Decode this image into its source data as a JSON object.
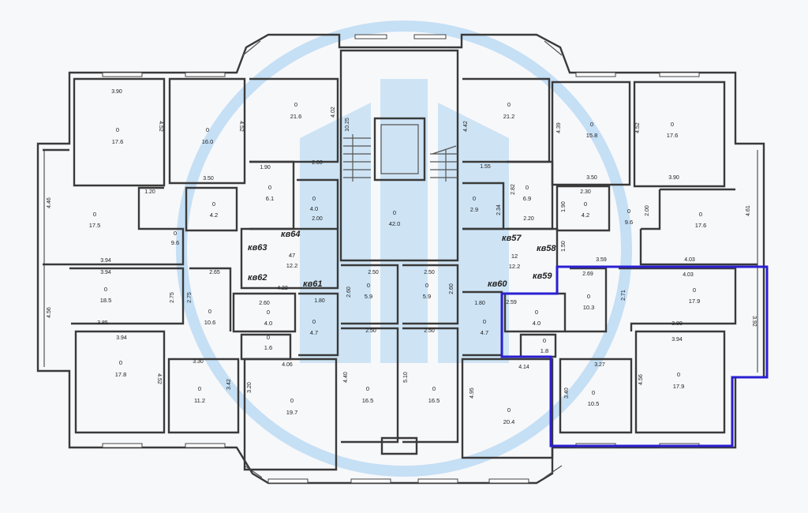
{
  "apartments": [
    "кв57",
    "кв58",
    "кв59",
    "кв60",
    "кв61",
    "кв62",
    "кв63",
    "кв64"
  ],
  "rooms": [
    {
      "num": "0",
      "area": "17.6"
    },
    {
      "num": "0",
      "area": "16.0"
    },
    {
      "num": "0",
      "area": "21.6"
    },
    {
      "num": "0",
      "area": "21.2"
    },
    {
      "num": "0",
      "area": "15.8"
    },
    {
      "num": "0",
      "area": "17.6"
    },
    {
      "num": "0",
      "area": "17.5"
    },
    {
      "num": "0",
      "area": "4.2"
    },
    {
      "num": "0",
      "area": "9.6"
    },
    {
      "num": "0",
      "area": "6.1"
    },
    {
      "num": "0",
      "area": "4.0"
    },
    {
      "num": "0",
      "area": "42.0"
    },
    {
      "num": "0",
      "area": "2.9"
    },
    {
      "num": "0",
      "area": "6.9"
    },
    {
      "num": "0",
      "area": "4.2"
    },
    {
      "num": "0",
      "area": "9.6"
    },
    {
      "num": "0",
      "area": "17.6"
    },
    {
      "num": "47",
      "area": "12.2"
    },
    {
      "num": "12",
      "area": "12.2"
    },
    {
      "num": "0",
      "area": "18.5"
    },
    {
      "num": "0",
      "area": "10.6"
    },
    {
      "num": "0",
      "area": "4.0"
    },
    {
      "num": "0",
      "area": "4.7"
    },
    {
      "num": "0",
      "area": "5.9"
    },
    {
      "num": "0",
      "area": "5.9"
    },
    {
      "num": "0",
      "area": "4.7"
    },
    {
      "num": "0",
      "area": "4.0"
    },
    {
      "num": "0",
      "area": "10.3"
    },
    {
      "num": "0",
      "area": "17.9"
    },
    {
      "num": "0",
      "area": "1.6"
    },
    {
      "num": "0",
      "area": "1.8"
    },
    {
      "num": "0",
      "area": "17.8"
    },
    {
      "num": "0",
      "area": "11.2"
    },
    {
      "num": "0",
      "area": "19.7"
    },
    {
      "num": "0",
      "area": "16.5"
    },
    {
      "num": "0",
      "area": "16.5"
    },
    {
      "num": "0",
      "area": "20.4"
    },
    {
      "num": "0",
      "area": "10.5"
    },
    {
      "num": "0",
      "area": "17.9"
    }
  ],
  "dimensions": [
    "3.90",
    "4.52",
    "4.52",
    "4.02",
    "10.25",
    "4.42",
    "4.39",
    "4.52",
    "3.90",
    "1.90",
    "2.00",
    "1.55",
    "2.82",
    "2.30",
    "1.90",
    "2.00",
    "4.61",
    "4.46",
    "1.20",
    "3.50",
    "2.00",
    "2.34",
    "2.20",
    "3.50",
    "3.94",
    "2.65",
    "4.22",
    "1.50",
    "3.59",
    "4.03",
    "3.94",
    "2.75",
    "2.75",
    "2.60",
    "1.80",
    "2.50",
    "2.60",
    "2.50",
    "2.60",
    "1.80",
    "2.69",
    "2.71",
    "4.03",
    "4.56",
    "3.85",
    "2.59",
    "3.80",
    "3.92",
    "3.94",
    "3.30",
    "4.52",
    "3.42",
    "4.06",
    "2.50",
    "2.50",
    "4.14",
    "3.27",
    "3.94",
    "3.20",
    "4.40",
    "5.10",
    "4.95",
    "3.40",
    "4.56"
  ],
  "highlight": {
    "color": "#2a1fd1"
  },
  "watermark": {
    "color": "#9ccbf0"
  }
}
